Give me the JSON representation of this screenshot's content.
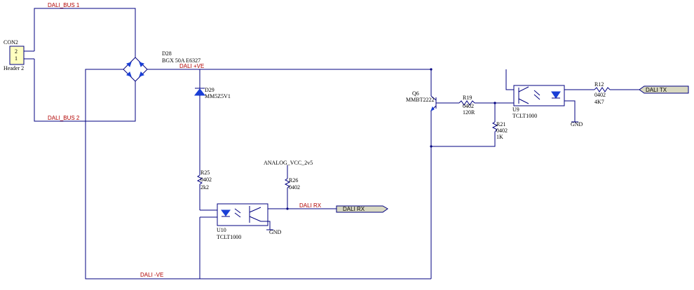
{
  "nets": {
    "bus1": "DALI_BUS 1",
    "bus2": "DALI_BUS 2",
    "pve": "DALI +VE",
    "mve": "DALI -VE",
    "rx": "DALI RX"
  },
  "ports": {
    "rx": "DALI RX",
    "tx": "DALI TX"
  },
  "components": {
    "con2": {
      "ref": "CON2",
      "pin2": "2",
      "pin1": "1",
      "value": "Header 2"
    },
    "d28": {
      "ref": "D28",
      "value": "BGX 50A E6327"
    },
    "d29": {
      "ref": "D29",
      "value": "MM5Z5V1"
    },
    "r25": {
      "ref": "R25",
      "pkg": "0402",
      "value": "2k2"
    },
    "r26": {
      "ref": "R26",
      "pkg": "0402"
    },
    "u10": {
      "ref": "U10",
      "value": "TCLT1000"
    },
    "q6": {
      "ref": "Q6",
      "value": "MMBT2222"
    },
    "r19": {
      "ref": "R19",
      "pkg": "0402",
      "value": "120R"
    },
    "r21": {
      "ref": "R21",
      "pkg": "0402",
      "value": "1K"
    },
    "u9": {
      "ref": "U9",
      "value": "TCLT1000"
    },
    "r12": {
      "ref": "R12",
      "pkg": "0402",
      "value": "4K7"
    }
  },
  "power": {
    "analog_vcc": "ANALOG_VCC_2v5",
    "gnd1": "GND",
    "gnd2": "GND"
  },
  "colors": {
    "wire": "#000080",
    "net_label": "#b00000",
    "diode_fill": "#1a3fd6",
    "connector_fill": "#ffffc0",
    "port_fill": "#d8d8c0"
  }
}
